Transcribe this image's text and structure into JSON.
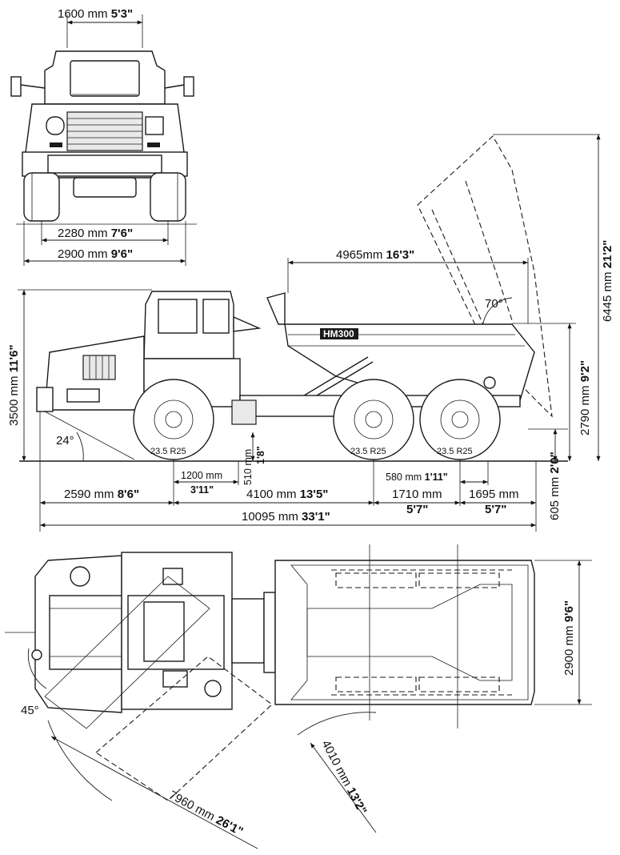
{
  "front_view": {
    "width_top": {
      "mm": "1600 mm",
      "ft": "5'3\""
    },
    "track": {
      "mm": "2280 mm",
      "ft": "7'6\""
    },
    "width_overall": {
      "mm": "2900 mm",
      "ft": "9'6\""
    }
  },
  "side_view": {
    "body_length": {
      "mm": "4965mm",
      "ft": "16'3\""
    },
    "height_cab": {
      "mm": "3500 mm",
      "ft": "11'6\""
    },
    "height_dump": {
      "mm": "6445 mm",
      "ft": "21'2\""
    },
    "loading_height": {
      "mm": "2790 mm",
      "ft": "9'2\""
    },
    "dump_angle": "70°",
    "approach_angle": "24°",
    "ground_clearance": {
      "mm": "510 mm",
      "ft": "1'8\""
    },
    "rear_clearance": {
      "mm": "605 mm",
      "ft": "2'0\""
    },
    "front_axle_to_hitch": {
      "mm": "1200 mm",
      "ft": "3'11\""
    },
    "front_overhang": {
      "mm": "2590 mm",
      "ft": "8'6\""
    },
    "wheelbase_front": {
      "mm": "4100 mm",
      "ft": "13'5\""
    },
    "rear_overhang_detail": {
      "mm": "580 mm",
      "ft": "1'11\""
    },
    "tandem_spacing": {
      "mm": "1710 mm",
      "ft": "5'7\""
    },
    "rear_overhang": {
      "mm": "1695 mm",
      "ft": "5'7\""
    },
    "overall_length": {
      "mm": "10095 mm",
      "ft": "33'1\""
    },
    "model": "HM300",
    "tire_label": "23.5 R25"
  },
  "top_view": {
    "body_width": {
      "mm": "2900 mm",
      "ft": "9'6\""
    },
    "steering_angle": "45°",
    "inner_radius": {
      "mm": "4010 mm",
      "ft": "13'2\""
    },
    "outer_radius": {
      "mm": "7960 mm",
      "ft": "26'1\""
    }
  }
}
